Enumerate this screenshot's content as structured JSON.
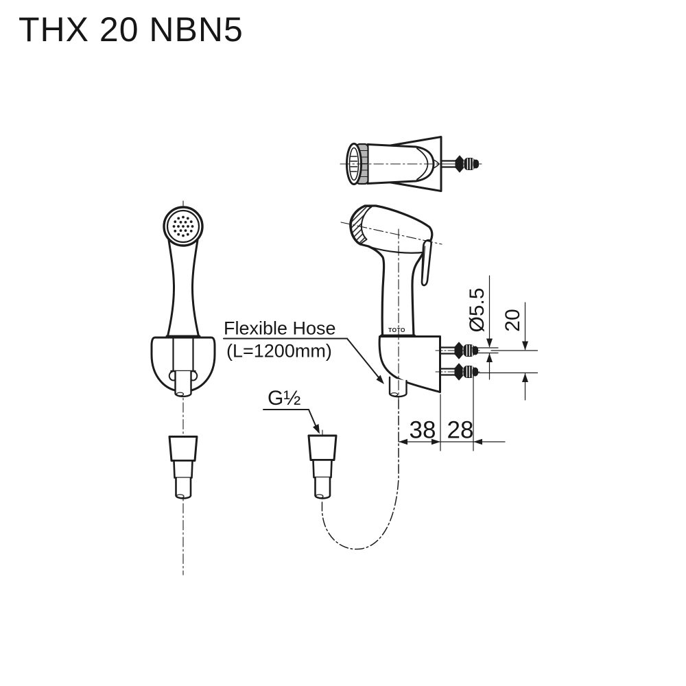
{
  "title": "THX 20 NBN5",
  "annotations": {
    "hose_label_line1": "Flexible Hose",
    "hose_label_line2": "(L=1200mm)",
    "thread_label": "G½",
    "brand_mark": "TOTO"
  },
  "dimensions": {
    "screw_hole_diameter": "Ø5.5",
    "screw_hole_spacing": "20",
    "hose_center_to_bracket": "38",
    "bracket_to_screw_tip": "28"
  },
  "colors": {
    "line": "#1c1c1c",
    "knurl_fill": "#b5b5b5",
    "background": "#ffffff"
  }
}
